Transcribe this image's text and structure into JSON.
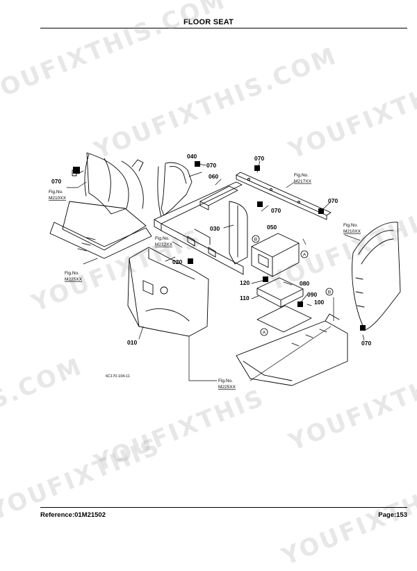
{
  "header": {
    "title": "FLOOR SEAT"
  },
  "footer": {
    "reference": "Reference:01M21502",
    "page": "Page:153"
  },
  "watermarks": [
    "YOUFIXTHIS.COM",
    "YOUFIXTHIS.COM",
    "YOUFIXTHIS",
    "YOUFIXTHIS",
    "YOUFIXTHIS.COM",
    "YOUFIXTHIS",
    "YOUFIXTHIS.COM",
    "YOUFIXTHIS",
    "S.COM",
    "YOUFIXTHIS.COM"
  ],
  "diagram": {
    "part_labels": {
      "p010": "010",
      "p020": "020",
      "p030": "030",
      "p040": "040",
      "p050": "050",
      "p060": "060",
      "p070a": "070",
      "p070b": "070",
      "p070c": "070",
      "p070d": "070",
      "p070e": "070",
      "p070f": "070",
      "p080": "080",
      "p090": "090",
      "p100": "100",
      "p110": "110",
      "p120": "120"
    },
    "fig_refs": {
      "m210_left": {
        "line1": "Fig.No.",
        "line2": "M210XX"
      },
      "m225_left": {
        "line1": "Fig.No.",
        "line2": "M225XX"
      },
      "m212": {
        "line1": "Fig.No.",
        "line2": "M212XX"
      },
      "m217": {
        "line1": "Fig.No.",
        "line2": "M217XX"
      },
      "m210_right": {
        "line1": "Fig.No.",
        "line2": "M210XX"
      },
      "m225_bottom": {
        "line1": "Fig.No.",
        "line2": "M225XX"
      }
    },
    "callouts": {
      "a1": "A",
      "a2": "A",
      "b1": "B",
      "b2": "B"
    },
    "drawing_code": "6C170-104-11"
  }
}
